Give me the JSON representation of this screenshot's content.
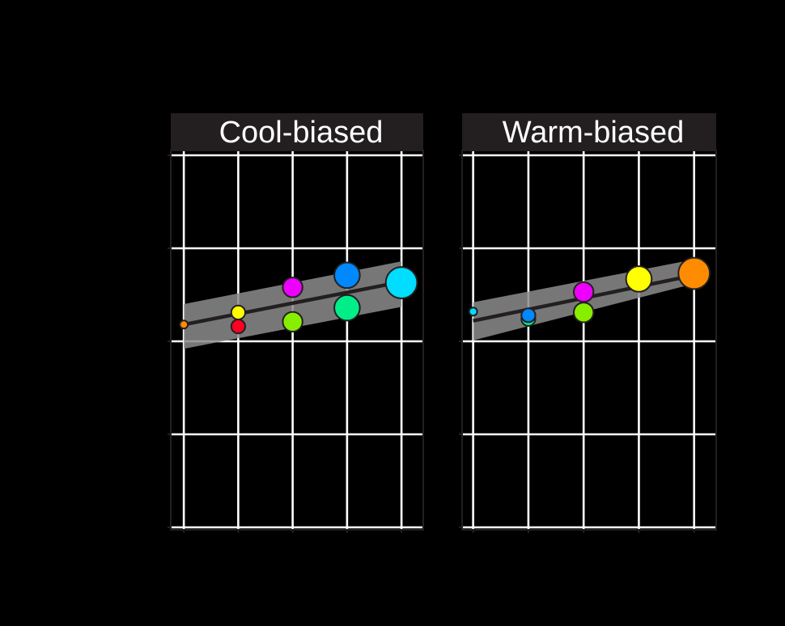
{
  "chart_data": [
    {
      "type": "scatter",
      "title": "Cool-biased",
      "x": [
        1,
        2,
        3,
        4,
        5
      ],
      "xlim": [
        0.76,
        5.4
      ],
      "ylim": [
        0,
        4
      ],
      "grid": true,
      "legend": "none",
      "points": [
        {
          "x": 1,
          "y": 2.18,
          "size": 1,
          "color": "#ff8c00"
        },
        {
          "x": 2,
          "y": 2.16,
          "size": 2,
          "color": "#ff0022"
        },
        {
          "x": 2,
          "y": 2.31,
          "size": 2,
          "color": "#ffff00"
        },
        {
          "x": 3,
          "y": 2.58,
          "size": 3,
          "color": "#ee00ff"
        },
        {
          "x": 3,
          "y": 2.21,
          "size": 3,
          "color": "#88ee00"
        },
        {
          "x": 4,
          "y": 2.71,
          "size": 4,
          "color": "#0088ff"
        },
        {
          "x": 4,
          "y": 2.36,
          "size": 4,
          "color": "#00ee88"
        },
        {
          "x": 5,
          "y": 2.63,
          "size": 5,
          "color": "#00ddff"
        }
      ],
      "fit": {
        "x": [
          1,
          5
        ],
        "y": [
          2.18,
          2.64
        ],
        "lower": [
          1.92,
          2.37
        ],
        "upper": [
          2.4,
          2.86
        ]
      }
    },
    {
      "type": "scatter",
      "title": "Warm-biased",
      "x": [
        1,
        2,
        3,
        4,
        5
      ],
      "xlim": [
        0.8,
        5.4
      ],
      "ylim": [
        0,
        4
      ],
      "grid": true,
      "legend": "none",
      "points": [
        {
          "x": 1,
          "y": 2.32,
          "size": 1,
          "color": "#00ddff"
        },
        {
          "x": 2,
          "y": 2.24,
          "size": 2,
          "color": "#00ee88"
        },
        {
          "x": 2,
          "y": 2.28,
          "size": 2,
          "color": "#0088ff"
        },
        {
          "x": 3,
          "y": 2.53,
          "size": 3,
          "color": "#ee00ff"
        },
        {
          "x": 3,
          "y": 2.31,
          "size": 3,
          "color": "#88ee00"
        },
        {
          "x": 4,
          "y": 2.67,
          "size": 4,
          "color": "#ffff00"
        },
        {
          "x": 5,
          "y": 2.73,
          "size": 5,
          "color": "#ff8c00"
        }
      ],
      "fit": {
        "x": [
          1,
          5
        ],
        "y": [
          2.22,
          2.71
        ],
        "lower": [
          2.01,
          2.62
        ],
        "upper": [
          2.42,
          2.88
        ]
      }
    }
  ]
}
